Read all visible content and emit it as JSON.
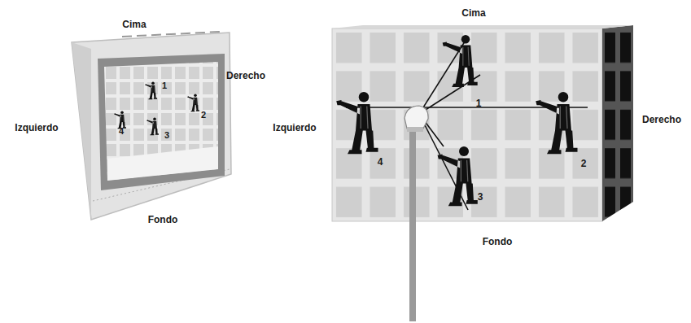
{
  "diagram": {
    "labels": [
      "Cima",
      "Derecho",
      "1",
      "2",
      "4",
      "3",
      "Izquierdo",
      "Fondo",
      "Cima",
      "1",
      "Izquierdo",
      "Derecho",
      "4",
      "2",
      "3",
      "Fondo"
    ]
  }
}
